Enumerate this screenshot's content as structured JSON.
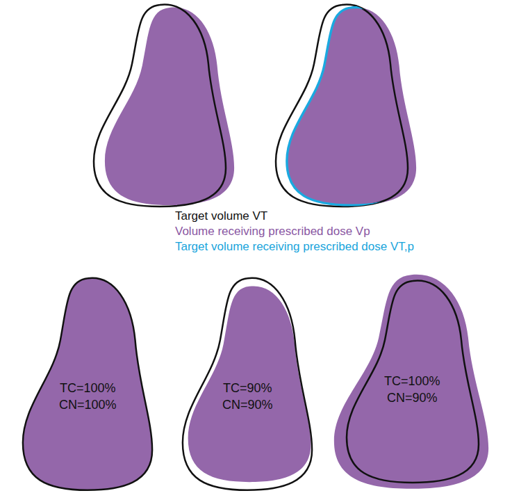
{
  "diagram": {
    "nodes": [
      {
        "text": [
          "TC=100%",
          "CN=100%"
        ]
      },
      {
        "text": [
          "TC=90%",
          "CN=90%"
        ]
      },
      {
        "text": [
          "TC=100%",
          "CN=90%"
        ]
      }
    ],
    "labels": [
      "Target volume VT",
      "Volume receiving prescribed dose Vp",
      "Target volume receiving prescribed dose VT,p"
    ]
  }
}
